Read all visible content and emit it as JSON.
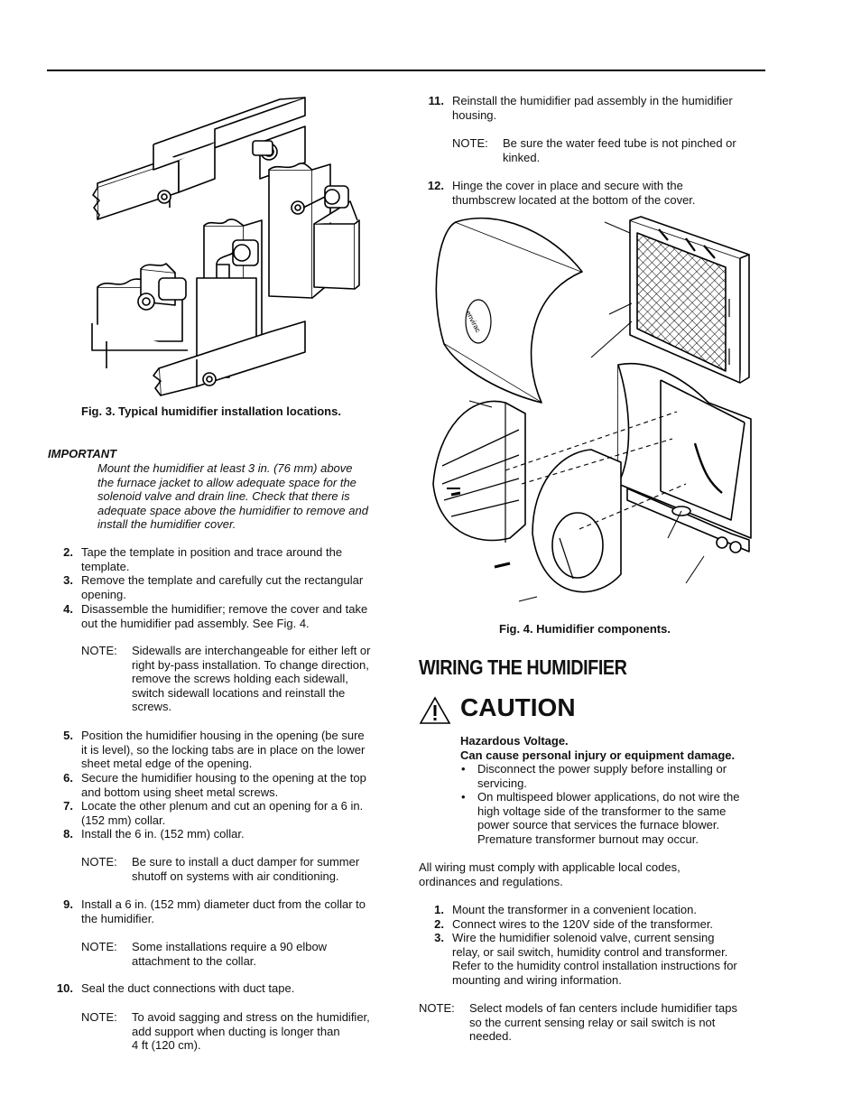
{
  "fig3": {
    "caption": "Fig. 3. Typical humidifier installation locations."
  },
  "important": {
    "label": "IMPORTANT",
    "lines": [
      "Mount  the humidifier at least 3 in. (76 mm) above",
      "the furnace jacket to allow adequate space for the",
      "solenoid valve and drain line. Check that there is",
      "adequate space above the humidifier to remove and",
      "install the humidifier cover."
    ]
  },
  "steps_left": [
    {
      "num": "2.",
      "lines": [
        "Tape the template in position and trace around the",
        "template."
      ]
    },
    {
      "num": "3.",
      "lines": [
        "Remove the template and carefully cut the rectangular",
        "opening."
      ]
    },
    {
      "num": "4.",
      "lines": [
        "Disassemble the humidifier; remove the cover and take",
        "out the humidifier pad assembly. See Fig. 4."
      ]
    }
  ],
  "note_sidewalls": {
    "label": "NOTE:",
    "lines": [
      "Sidewalls are interchangeable for either left or",
      "right by-pass installation. To change direction,",
      "remove the screws holding each sidewall,",
      "switch sidewall locations and reinstall the",
      "screws."
    ]
  },
  "steps_left2": [
    {
      "num": "5.",
      "lines": [
        "Position the humidifier housing in the opening (be sure",
        "it is level), so the locking tabs are in place on the lower",
        "sheet metal edge of the opening."
      ]
    },
    {
      "num": "6.",
      "lines": [
        "Secure the humidifier housing to the opening at the top",
        "and bottom using sheet metal screws."
      ]
    },
    {
      "num": "7.",
      "lines": [
        "Locate the other plenum and cut an opening for a 6 in.",
        "(152 mm) collar."
      ]
    },
    {
      "num": "8.",
      "lines": [
        "Install the 6 in. (152 mm) collar."
      ]
    }
  ],
  "note_damper": {
    "label": "NOTE:",
    "lines": [
      "Be sure to install a duct damper for summer",
      "shutoff on systems with air conditioning."
    ]
  },
  "step9": {
    "num": "9.",
    "lines": [
      "Install a 6 in. (152 mm) diameter duct from the collar to",
      "the humidifier."
    ]
  },
  "note_elbow": {
    "label": "NOTE:",
    "lines": [
      "Some installations require a 90   elbow",
      "attachment to the collar."
    ]
  },
  "step10": {
    "num": "10.",
    "lines": [
      "Seal the duct connections with duct tape."
    ]
  },
  "note_support": {
    "label": "NOTE:",
    "lines": [
      "To avoid sagging and stress on the humidifier,",
      "add support when ducting is longer than",
      "4 ft (120 cm)."
    ]
  },
  "step11": {
    "num": "11.",
    "lines": [
      "Reinstall the humidifier pad assembly in the humidifier",
      "housing."
    ]
  },
  "note_tube": {
    "label": "NOTE:",
    "lines": [
      "Be sure the water feed tube is not pinched or",
      "kinked."
    ]
  },
  "step12": {
    "num": "12.",
    "lines": [
      "Hinge the cover in place and secure with the",
      "thumbscrew located at the bottom of the cover."
    ]
  },
  "fig4": {
    "caption": "Fig. 4. Humidifier components.",
    "brand": "envirac"
  },
  "wiring": {
    "heading": "WIRING THE HUMIDIFIER",
    "caution": "CAUTION",
    "hazard": "Hazardous Voltage.",
    "damage": "Can cause personal injury or equipment damage.",
    "bullets": [
      [
        "Disconnect the power supply before installing or",
        "servicing."
      ],
      [
        "On multispeed blower applications, do not wire the",
        "high voltage side of the transformer to the same",
        "power source that services the furnace blower.",
        "Premature transformer burnout may occur."
      ]
    ],
    "codes": [
      "All wiring must comply with applicable local codes,",
      "ordinances and regulations."
    ],
    "steps": [
      {
        "num": "1.",
        "lines": [
          "Mount the transformer in a convenient location."
        ]
      },
      {
        "num": "2.",
        "lines": [
          "Connect wires to the 120V side of the transformer."
        ]
      },
      {
        "num": "3.",
        "lines": [
          "Wire the humidifier solenoid valve, current sensing",
          "relay, or sail switch, humidity control and transformer.",
          "Refer to the humidity control installation instructions for",
          "mounting and wiring information."
        ]
      }
    ],
    "note": {
      "label": "NOTE:",
      "lines": [
        "Select models of fan centers include humidifier taps",
        "so the current sensing relay or sail switch is not",
        "needed."
      ]
    }
  }
}
